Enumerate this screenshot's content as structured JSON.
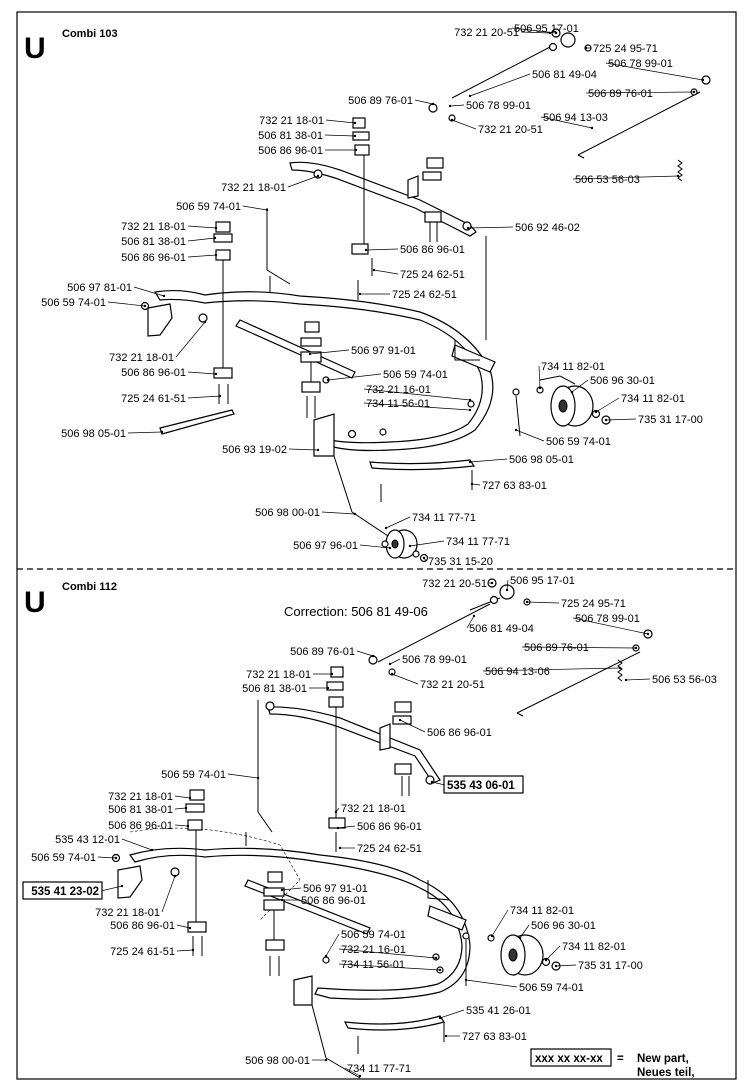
{
  "sections": [
    {
      "letter": "U",
      "title": "Combi 103",
      "labels": [
        {
          "text": "732 21 20-51"
        },
        {
          "text": "506 95 17-01"
        },
        {
          "text": "725 24 95-71"
        },
        {
          "text": "506 78 99-01"
        },
        {
          "text": "506 81 49-04"
        },
        {
          "text": "506 89 76-01"
        },
        {
          "text": "506 89 76-01"
        },
        {
          "text": "506 78 99-01"
        },
        {
          "text": "506 94 13-03"
        },
        {
          "text": "732 21 18-01"
        },
        {
          "text": "732 21 20-51"
        },
        {
          "text": "506 81 38-01"
        },
        {
          "text": "506 86 96-01"
        },
        {
          "text": "506 53 56-03"
        },
        {
          "text": "732 21 18-01"
        },
        {
          "text": "506 59 74-01"
        },
        {
          "text": "506 92 46-02"
        },
        {
          "text": "732 21 18-01"
        },
        {
          "text": "506 81 38-01"
        },
        {
          "text": "506 86 96-01"
        },
        {
          "text": "506 86 96-01"
        },
        {
          "text": "725 24 62-51"
        },
        {
          "text": "506 97 81-01"
        },
        {
          "text": "725 24 62-51"
        },
        {
          "text": "506 59 74-01"
        },
        {
          "text": "506 97 91-01"
        },
        {
          "text": "732 21 18-01"
        },
        {
          "text": "734 11 82-01"
        },
        {
          "text": "506 86 96-01"
        },
        {
          "text": "506 59 74-01"
        },
        {
          "text": "506 96 30-01"
        },
        {
          "text": "732 21 16-01"
        },
        {
          "text": "725 24 61-51"
        },
        {
          "text": "734 11 82-01"
        },
        {
          "text": "734 11 56-01"
        },
        {
          "text": "735 31 17-00"
        },
        {
          "text": "506 98 05-01"
        },
        {
          "text": "506 59 74-01"
        },
        {
          "text": "506 93 19-02"
        },
        {
          "text": "506 98 05-01"
        },
        {
          "text": "727 63 83-01"
        },
        {
          "text": "506 98 00-01"
        },
        {
          "text": "734 11 77-71"
        },
        {
          "text": "734 11 77-71"
        },
        {
          "text": "506 97 96-01"
        },
        {
          "text": "735 31 15-20"
        }
      ]
    },
    {
      "letter": "U",
      "title": "Combi 112",
      "correction": "Correction: 506 81 49-06",
      "labels": [
        {
          "text": "732 21 20-51"
        },
        {
          "text": "506 95 17-01"
        },
        {
          "text": "725 24 95-71"
        },
        {
          "text": "506 78 99-01"
        },
        {
          "text": "506 81 49-04"
        },
        {
          "text": "506 89 76-01"
        },
        {
          "text": "506 89 76-01"
        },
        {
          "text": "506 78 99-01"
        },
        {
          "text": "506 94 13-06"
        },
        {
          "text": "506 53 56-03"
        },
        {
          "text": "732 21 18-01"
        },
        {
          "text": "732 21 20-51"
        },
        {
          "text": "506 81 38-01"
        },
        {
          "text": "506 86 96-01"
        },
        {
          "text": "506 59 74-01"
        },
        {
          "text": "535 43 06-01",
          "boxed": true
        },
        {
          "text": "732 21 18-01"
        },
        {
          "text": "732 21 18-01"
        },
        {
          "text": "506 81 38-01"
        },
        {
          "text": "506 86 96-01"
        },
        {
          "text": "506 86 96-01"
        },
        {
          "text": "535 43 12-01"
        },
        {
          "text": "725 24 62-51"
        },
        {
          "text": "506 59 74-01"
        },
        {
          "text": "535 41 23-02",
          "boxed": true
        },
        {
          "text": "506 97 91-01"
        },
        {
          "text": "506 86 96-01"
        },
        {
          "text": "734 11 82-01"
        },
        {
          "text": "732 21 18-01"
        },
        {
          "text": "506 96 30-01"
        },
        {
          "text": "506 86 96-01"
        },
        {
          "text": "506 59 74-01"
        },
        {
          "text": "734 11 82-01"
        },
        {
          "text": "732 21 16-01"
        },
        {
          "text": "735 31 17-00"
        },
        {
          "text": "725 24 61-51"
        },
        {
          "text": "734 11 56-01"
        },
        {
          "text": "506 59 74-01"
        },
        {
          "text": "535 41 26-01"
        },
        {
          "text": "727 63 83-01"
        },
        {
          "text": "506 98 00-01"
        },
        {
          "text": "734 11 77-71"
        }
      ]
    }
  ],
  "legend": {
    "code": "xxx xx xx-xx",
    "equals": "=",
    "lines": [
      "New part,",
      "Neues teil,"
    ]
  }
}
